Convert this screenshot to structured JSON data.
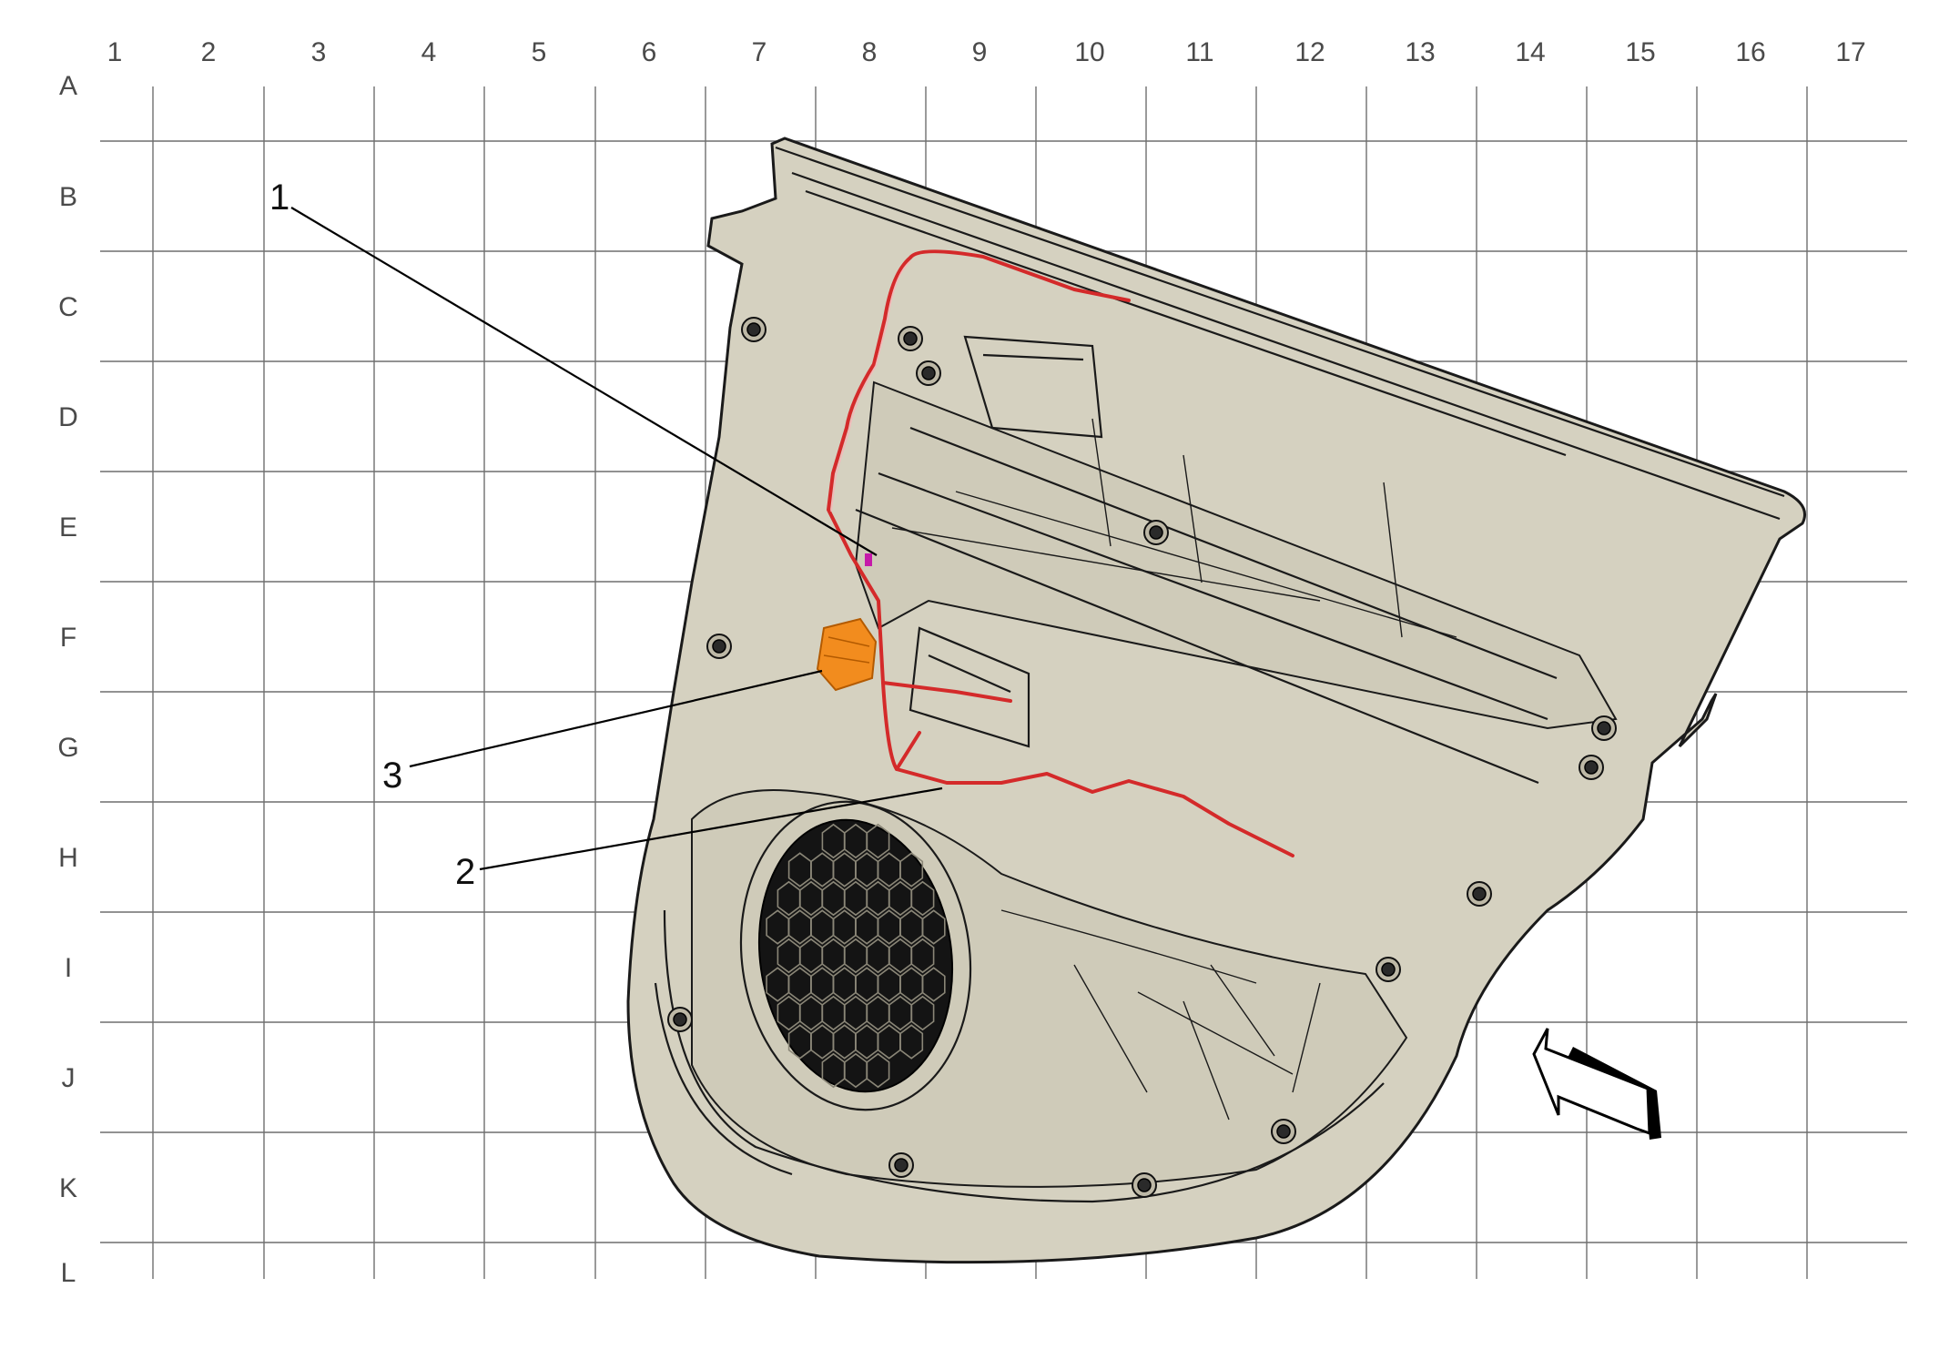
{
  "grid": {
    "columns": [
      "1",
      "2",
      "3",
      "4",
      "5",
      "6",
      "7",
      "8",
      "9",
      "10",
      "11",
      "12",
      "13",
      "14",
      "15",
      "16",
      "17"
    ],
    "rows": [
      "A",
      "B",
      "C",
      "D",
      "E",
      "F",
      "G",
      "H",
      "I",
      "J",
      "K",
      "L"
    ]
  },
  "callouts": [
    {
      "id": "callout-1",
      "label": "1"
    },
    {
      "id": "callout-2",
      "label": "2"
    },
    {
      "id": "callout-3",
      "label": "3"
    }
  ],
  "colors": {
    "panel": "#d5d1c0",
    "harness": "#d42a2a",
    "module": "#f28c1e",
    "grid": "#6f6f6f"
  },
  "icons": {
    "view_direction": "view-direction-arrow-icon",
    "speaker": "speaker-grille-icon"
  }
}
